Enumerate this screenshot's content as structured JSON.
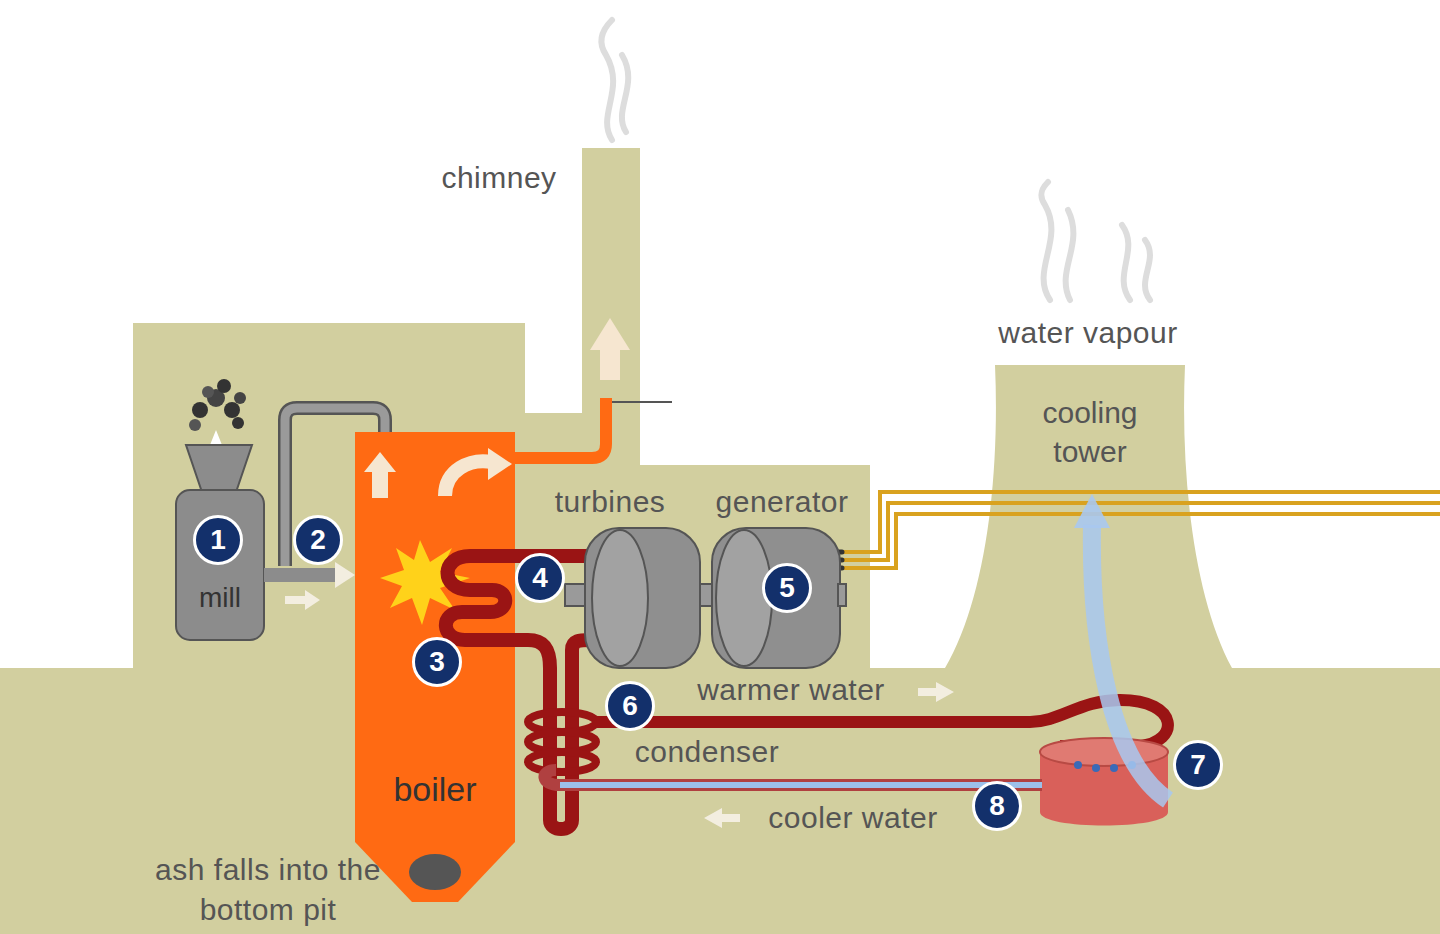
{
  "diagram": {
    "nodes": [
      {
        "text": [
          "mill"
        ]
      },
      {
        "text": [
          "boiler"
        ]
      },
      {
        "text": [
          "cooling tower"
        ]
      }
    ],
    "edges": [
      {
        "from": 0,
        "to": 1,
        "arrow": "to"
      }
    ],
    "labels": [
      "chimney",
      "water vapour",
      "turbines",
      "generator",
      "1",
      "2",
      "3",
      "4",
      "5",
      "6",
      "7",
      "8",
      "warmer water",
      "condenser",
      "cooler water",
      "ash falls into the bottom pit"
    ]
  }
}
